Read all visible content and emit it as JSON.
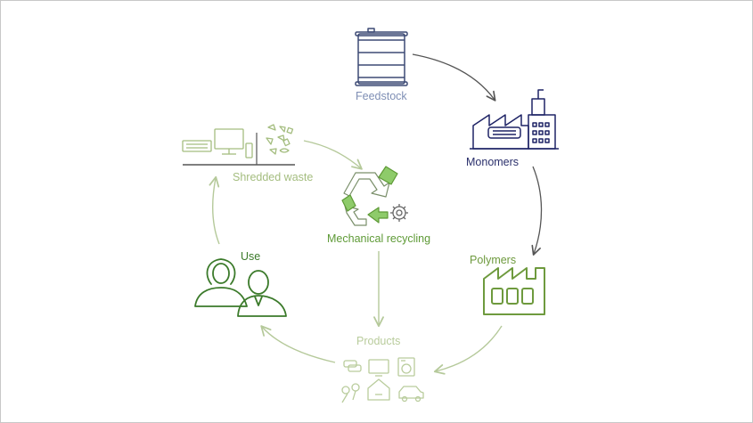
{
  "colors": {
    "feedstock": "#7f8fb5",
    "monomers": "#2a2f6b",
    "polymers": "#6e9a3e",
    "products": "#b9cc9c",
    "use": "#3b7a2a",
    "shredded": "#a4bd7f",
    "mechanical": "#5e9a36",
    "arrow_dark": "#555555",
    "arrow_light": "#b5c99a"
  },
  "nodes": {
    "feedstock": {
      "label": "Feedstock",
      "icon": "barrel-icon"
    },
    "monomers": {
      "label": "Monomers",
      "icon": "chemical-plant-icon"
    },
    "polymers": {
      "label": "Polymers",
      "icon": "factory-icon"
    },
    "products": {
      "label": "Products",
      "icon": "products-icon"
    },
    "use": {
      "label": "Use",
      "icon": "people-icon"
    },
    "shredded": {
      "label": "Shredded waste",
      "icon": "shredded-waste-icon"
    },
    "mechanical": {
      "label": "Mechanical recycling",
      "icon": "recycling-icon"
    }
  },
  "edges": [
    {
      "from": "feedstock",
      "to": "monomers"
    },
    {
      "from": "monomers",
      "to": "polymers"
    },
    {
      "from": "polymers",
      "to": "products"
    },
    {
      "from": "products",
      "to": "use"
    },
    {
      "from": "use",
      "to": "shredded"
    },
    {
      "from": "shredded",
      "to": "mechanical"
    },
    {
      "from": "mechanical",
      "to": "products"
    }
  ]
}
